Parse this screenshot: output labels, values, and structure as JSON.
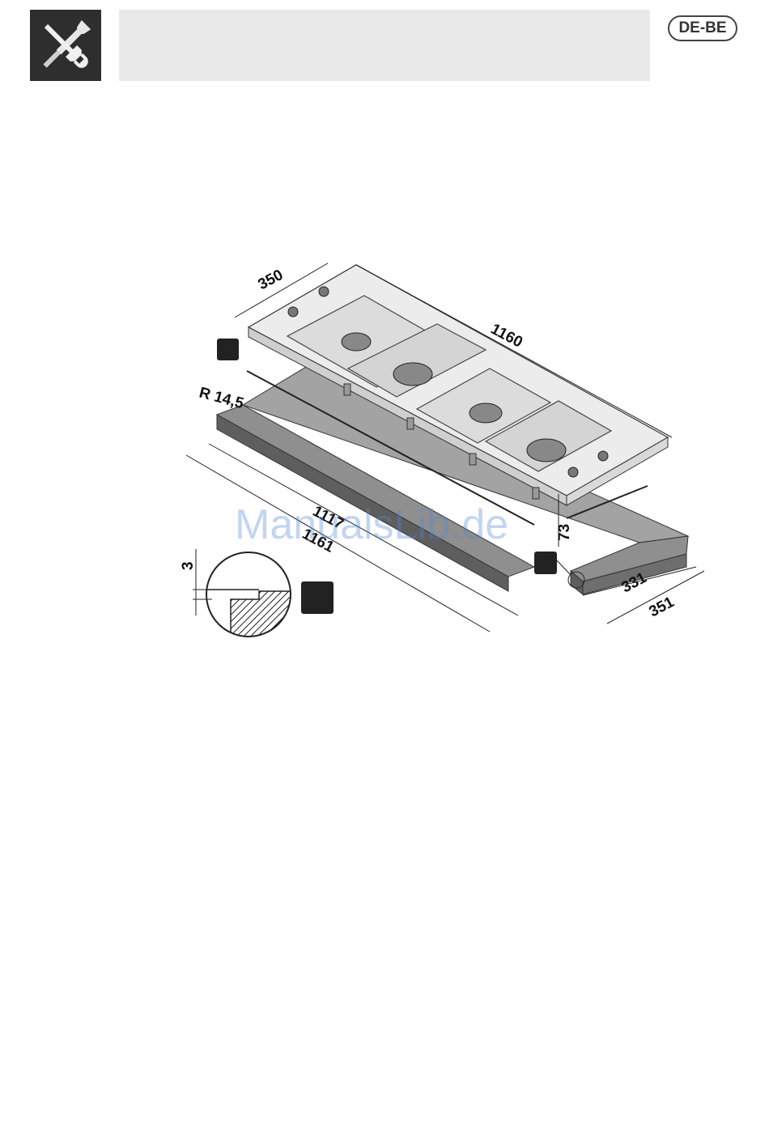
{
  "header": {
    "icon": "wrench-screwdriver-icon",
    "lang_badge": "DE-BE"
  },
  "diagram": {
    "dims": {
      "depth_top": "350",
      "length_top": "1160",
      "radius": "R 14,5",
      "cutout_length": "1117",
      "outer_length": "1161",
      "height": "73",
      "cutout_depth": "331",
      "outer_depth": "351",
      "seal_thickness": "3"
    },
    "watermark": "ManualsLib.de"
  },
  "colors": {
    "header_bar": "#e9e9e9",
    "icon_bg": "#2e2e2e",
    "worktop": "#8f8f8f",
    "marker": "#222222"
  }
}
